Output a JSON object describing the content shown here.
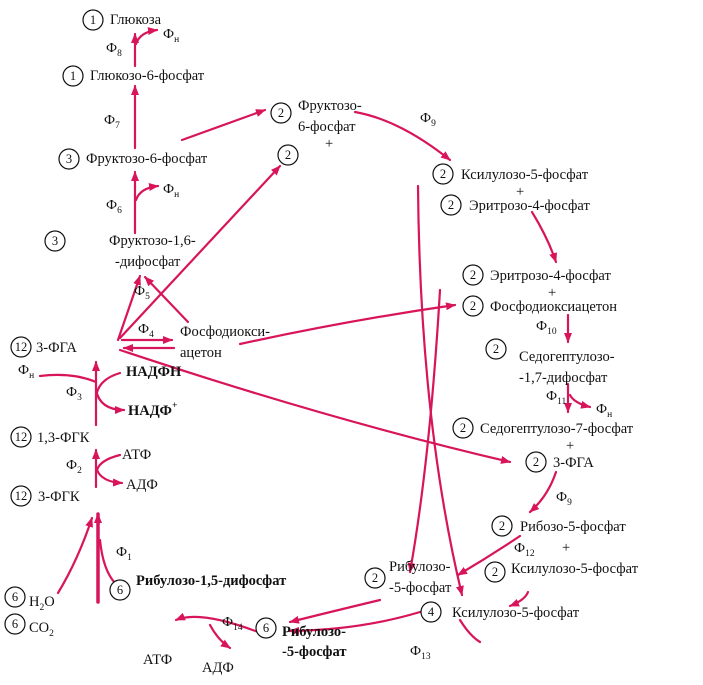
{
  "colors": {
    "arrow": "#d8155a",
    "text": "#111111",
    "circle": "#111111"
  },
  "compounds": {
    "glucose": {
      "count": "1",
      "name": "Глюкоза"
    },
    "g6p": {
      "count": "1",
      "name": "Глюкозо-6-фосфат"
    },
    "f6p_left": {
      "count": "3",
      "name": "Фруктозо-6-фосфат"
    },
    "fbp": {
      "count": "3",
      "name1": "Фруктозо-1,6-",
      "name2": "-дифосфат"
    },
    "pga3": {
      "count": "12",
      "name": "3-ФГА"
    },
    "dhap": {
      "name1": "Фосфодиокси-",
      "name2": "ацетон"
    },
    "bpg": {
      "count": "12",
      "name": "1,3-ФГК"
    },
    "pgk3": {
      "count": "12",
      "name": "3-ФГК"
    },
    "h2o": {
      "count": "6",
      "name": "H",
      "sub": "2",
      "tail": "O"
    },
    "co2": {
      "count": "6",
      "name": "CO",
      "sub": "2"
    },
    "rubp": {
      "count": "6",
      "name": "Рибулозо-1,5-дифосфат"
    },
    "f6p_top": {
      "count": "2",
      "name1": "Фруктозо-",
      "name2": "6-фосфат",
      "plus": "+"
    },
    "mid2": {
      "count": "2"
    },
    "xu5p_a": {
      "count": "2",
      "name": "Ксилулозо-5-фосфат",
      "plus": "+"
    },
    "e4p_a": {
      "count": "2",
      "name": "Эритрозо-4-фосфат"
    },
    "e4p_b": {
      "count": "2",
      "name": "Эритрозо-4-фосфат",
      "plus": "+"
    },
    "dhap_r": {
      "count": "2",
      "name": "Фосфодиоксиацетон"
    },
    "sbp": {
      "count": "2",
      "name1": "Седогептулозо-",
      "name2": "-1,7-дифосфат"
    },
    "s7p": {
      "count": "2",
      "name": "Седогептулозо-7-фосфат",
      "plus": "+"
    },
    "pga3_r": {
      "count": "2",
      "name": "3-ФГА"
    },
    "r5p": {
      "count": "2",
      "name": "Рибозо-5-фосфат",
      "plus": "+"
    },
    "xu5p_b": {
      "count": "2",
      "name": "Ксилулозо-5-фосфат"
    },
    "ru5p_a": {
      "count": "2",
      "name1": "Рибулозо-",
      "name2": "-5-фосфат"
    },
    "xu5p_c": {
      "count": "4",
      "name": "Ксилулозо-5-фосфат"
    },
    "ru5p_b": {
      "count": "6",
      "name1": "Рибулозо-",
      "name2": "-5-фосфат"
    }
  },
  "enzymes": {
    "f8": {
      "main": "Ф",
      "sub": "8"
    },
    "f7": {
      "main": "Ф",
      "sub": "7"
    },
    "f6": {
      "main": "Ф",
      "sub": "6"
    },
    "f5": {
      "main": "Ф",
      "sub": "5"
    },
    "f4": {
      "main": "Ф",
      "sub": "4"
    },
    "f3": {
      "main": "Ф",
      "sub": "3"
    },
    "f2": {
      "main": "Ф",
      "sub": "2"
    },
    "f1": {
      "main": "Ф",
      "sub": "1"
    },
    "f9_top": {
      "main": "Ф",
      "sub": "9"
    },
    "f10": {
      "main": "Ф",
      "sub": "10"
    },
    "f11": {
      "main": "Ф",
      "sub": "11"
    },
    "f9_mid": {
      "main": "Ф",
      "sub": "9"
    },
    "f12": {
      "main": "Ф",
      "sub": "12"
    },
    "f13": {
      "main": "Ф",
      "sub": "13"
    },
    "f14": {
      "main": "Ф",
      "sub": "14"
    }
  },
  "byproducts": {
    "fn_glucose": {
      "main": "Ф",
      "sub": "н"
    },
    "fn_f6p": {
      "main": "Ф",
      "sub": "н"
    },
    "fn_pga": {
      "main": "Ф",
      "sub": "н"
    },
    "fn_sbp": {
      "main": "Ф",
      "sub": "н"
    },
    "nadph": "НАДФН",
    "nadp": "НАДФ",
    "nadp_sup": "+",
    "atp_2": "АТФ",
    "adp_2": "АДФ",
    "atp_14": "АТФ",
    "adp_14": "АДФ"
  }
}
